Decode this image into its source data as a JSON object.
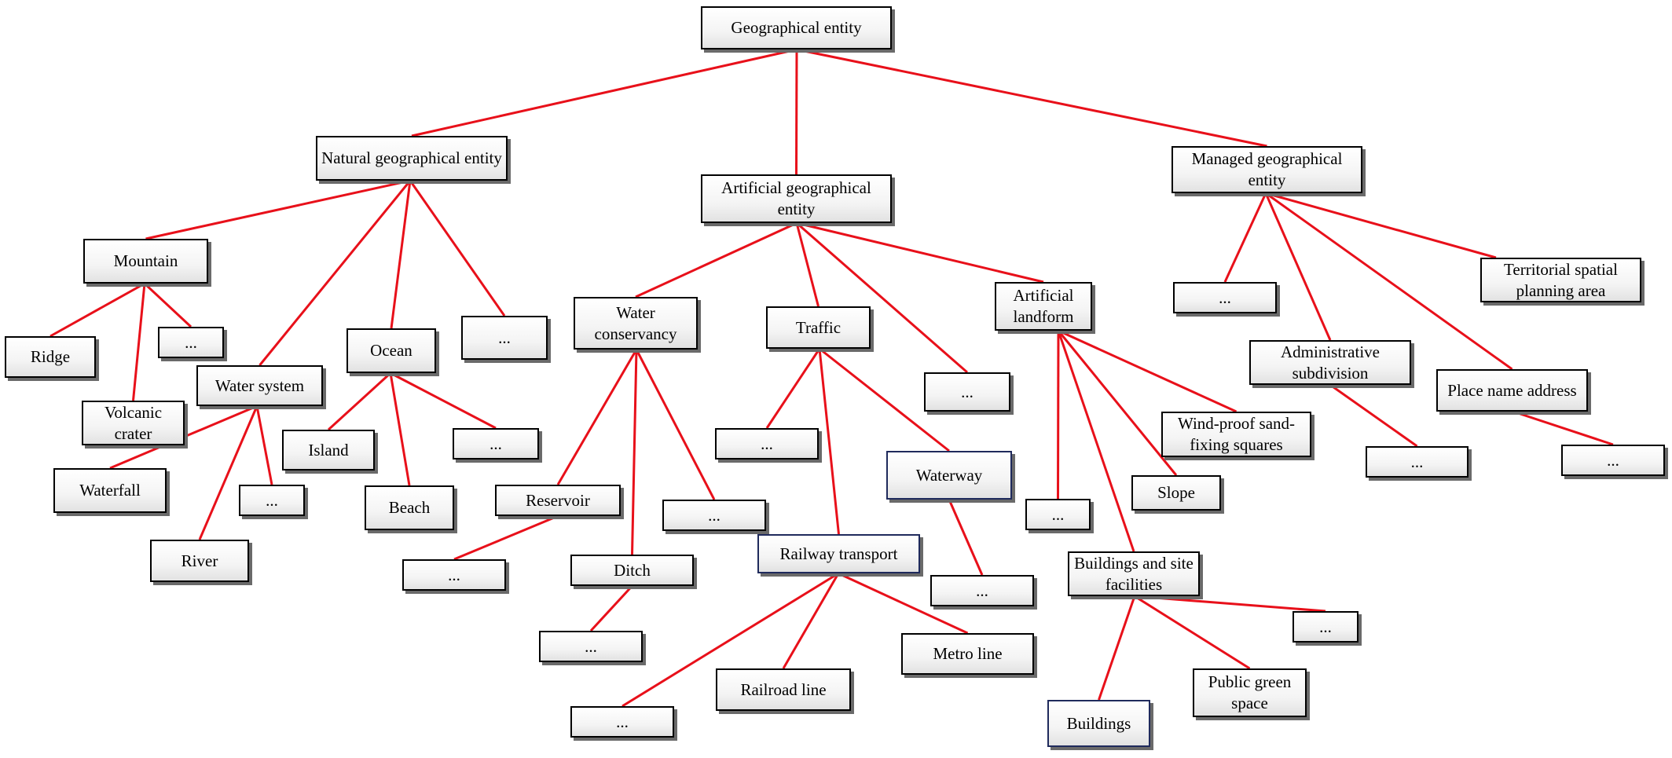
{
  "nodes": [
    {
      "id": "root",
      "label": "Geographical entity"
    },
    {
      "id": "natural",
      "label": "Natural geographical entity"
    },
    {
      "id": "artificial",
      "label": "Artificial geographical entity"
    },
    {
      "id": "managed",
      "label": "Managed geographical entity"
    },
    {
      "id": "mountain",
      "label": "Mountain"
    },
    {
      "id": "ridge",
      "label": "Ridge"
    },
    {
      "id": "mtn-more",
      "label": "..."
    },
    {
      "id": "volcanic",
      "label": "Volcanic crater"
    },
    {
      "id": "water-system",
      "label": "Water system"
    },
    {
      "id": "waterfall",
      "label": "Waterfall"
    },
    {
      "id": "river",
      "label": "River"
    },
    {
      "id": "ws-more",
      "label": "..."
    },
    {
      "id": "ocean",
      "label": "Ocean"
    },
    {
      "id": "island",
      "label": "Island"
    },
    {
      "id": "beach",
      "label": "Beach"
    },
    {
      "id": "ocean-more",
      "label": "..."
    },
    {
      "id": "natural-more",
      "label": "..."
    },
    {
      "id": "water-cons",
      "label": "Water conservancy"
    },
    {
      "id": "reservoir",
      "label": "Reservoir"
    },
    {
      "id": "res-more",
      "label": "..."
    },
    {
      "id": "ditch",
      "label": "Ditch"
    },
    {
      "id": "ditch-more",
      "label": "..."
    },
    {
      "id": "wc-more",
      "label": "..."
    },
    {
      "id": "traffic",
      "label": "Traffic"
    },
    {
      "id": "traffic-more",
      "label": "..."
    },
    {
      "id": "railway",
      "label": "Railway transport"
    },
    {
      "id": "waterway",
      "label": "Waterway"
    },
    {
      "id": "waterway-more",
      "label": "..."
    },
    {
      "id": "rail-more",
      "label": "..."
    },
    {
      "id": "railroad",
      "label": "Railroad line"
    },
    {
      "id": "metro",
      "label": "Metro line"
    },
    {
      "id": "artificial-more",
      "label": "..."
    },
    {
      "id": "landform",
      "label": "Artificial landform"
    },
    {
      "id": "windproof",
      "label": "Wind-proof sand-fixing squares"
    },
    {
      "id": "slope",
      "label": "Slope"
    },
    {
      "id": "landform-more",
      "label": "..."
    },
    {
      "id": "buildings-site",
      "label": "Buildings and site facilities"
    },
    {
      "id": "buildings",
      "label": "Buildings"
    },
    {
      "id": "green",
      "label": "Public green space"
    },
    {
      "id": "bsf-more",
      "label": "..."
    },
    {
      "id": "managed-more",
      "label": "..."
    },
    {
      "id": "territorial",
      "label": "Territorial spatial planning area"
    },
    {
      "id": "admin",
      "label": "Administrative subdivision"
    },
    {
      "id": "admin-more",
      "label": "..."
    },
    {
      "id": "placename",
      "label": "Place name address"
    },
    {
      "id": "place-more",
      "label": "..."
    }
  ],
  "edges": [
    [
      "root",
      "natural"
    ],
    [
      "root",
      "artificial"
    ],
    [
      "root",
      "managed"
    ],
    [
      "natural",
      "mountain"
    ],
    [
      "natural",
      "water-system"
    ],
    [
      "natural",
      "ocean"
    ],
    [
      "natural",
      "natural-more"
    ],
    [
      "mountain",
      "ridge"
    ],
    [
      "mountain",
      "volcanic"
    ],
    [
      "mountain",
      "mtn-more"
    ],
    [
      "water-system",
      "waterfall"
    ],
    [
      "water-system",
      "river"
    ],
    [
      "water-system",
      "ws-more"
    ],
    [
      "ocean",
      "island"
    ],
    [
      "ocean",
      "beach"
    ],
    [
      "ocean",
      "ocean-more"
    ],
    [
      "artificial",
      "water-cons"
    ],
    [
      "artificial",
      "traffic"
    ],
    [
      "artificial",
      "artificial-more"
    ],
    [
      "artificial",
      "landform"
    ],
    [
      "water-cons",
      "reservoir"
    ],
    [
      "water-cons",
      "ditch"
    ],
    [
      "water-cons",
      "wc-more"
    ],
    [
      "reservoir",
      "res-more"
    ],
    [
      "ditch",
      "ditch-more"
    ],
    [
      "traffic",
      "traffic-more"
    ],
    [
      "traffic",
      "railway"
    ],
    [
      "traffic",
      "waterway"
    ],
    [
      "waterway",
      "waterway-more"
    ],
    [
      "railway",
      "rail-more"
    ],
    [
      "railway",
      "railroad"
    ],
    [
      "railway",
      "metro"
    ],
    [
      "landform",
      "landform-more"
    ],
    [
      "landform",
      "buildings-site"
    ],
    [
      "landform",
      "slope"
    ],
    [
      "landform",
      "windproof"
    ],
    [
      "buildings-site",
      "buildings"
    ],
    [
      "buildings-site",
      "green"
    ],
    [
      "buildings-site",
      "bsf-more"
    ],
    [
      "managed",
      "managed-more"
    ],
    [
      "managed",
      "admin"
    ],
    [
      "managed",
      "placename"
    ],
    [
      "managed",
      "territorial"
    ],
    [
      "admin",
      "admin-more"
    ],
    [
      "placename",
      "place-more"
    ]
  ],
  "colors": {
    "edge": "#e8101a",
    "box_border": "#000000",
    "highlight_border": "#1f2a5c"
  }
}
